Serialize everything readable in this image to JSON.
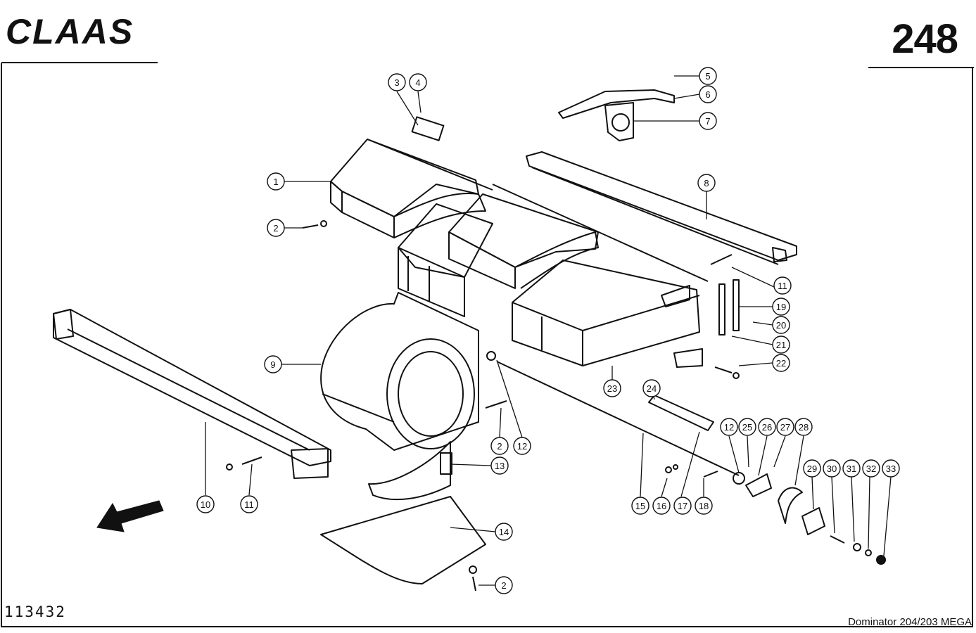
{
  "header": {
    "brand": "CLAAS",
    "page_number": "248"
  },
  "footer": {
    "drawing_number": "113432",
    "model": "Dominator 204/203 MEGA"
  },
  "callouts": [
    "1",
    "2",
    "3",
    "4",
    "5",
    "6",
    "7",
    "8",
    "9",
    "10",
    "11",
    "12",
    "13",
    "14",
    "15",
    "16",
    "17",
    "18",
    "19",
    "20",
    "21",
    "22",
    "23",
    "24",
    "25",
    "26",
    "27",
    "28",
    "29",
    "30",
    "31",
    "32",
    "33"
  ],
  "colors": {
    "ink": "#111111",
    "paper": "#ffffff"
  },
  "icons": {
    "direction": "travel-direction-arrow-icon"
  }
}
